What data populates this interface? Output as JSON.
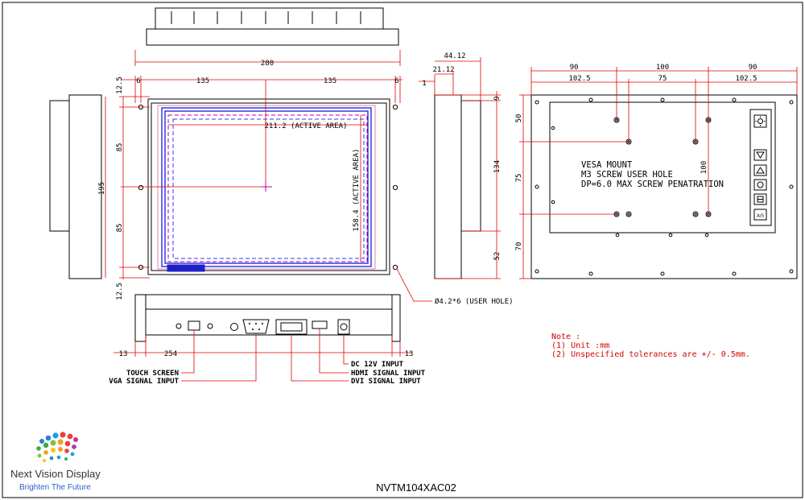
{
  "drawing": {
    "model": "NVTM104XAC02",
    "brand": {
      "name": "Next Vision Display",
      "tagline": "Brighten The Future"
    },
    "front_view": {
      "top_width": "280",
      "left_offset": "6",
      "half_left": "135",
      "half_right": "135",
      "right_offset": "6",
      "left_top": "12.5",
      "left_mid_upper": "85",
      "left_mid_lower": "85",
      "left_bottom": "12.5",
      "overall_height": "195",
      "active_width": "211.2 (ACTIVE AREA)",
      "active_height": "158.4 (ACTIVE AREA)",
      "user_hole": "Ø4.2*6 (USER HOLE)"
    },
    "side_view": {
      "depth_total": "44.12",
      "depth_partial": "21.12",
      "edge": "1",
      "top_gap": "9",
      "mid": "134",
      "bottom": "52"
    },
    "rear_view": {
      "top_a": "90",
      "top_b": "100",
      "top_c": "90",
      "row2_a": "102.5",
      "row2_b": "75",
      "row2_c": "102.5",
      "left_a": "50",
      "left_b": "75",
      "left_c": "70",
      "right_v": "100",
      "vesa_lines": [
        "VESA MOUNT",
        "M3 SCREW USER HOLE",
        "DP=6.0 MAX SCREW PENATRATION"
      ],
      "button_icons": [
        "sun-icon",
        "triangle-down-icon",
        "triangle-up-icon",
        "power-icon",
        "menu-icon",
        "av-icon"
      ],
      "av_label": "A/S"
    },
    "bottom_view": {
      "left_margin": "13",
      "inner_width": "254",
      "right_margin": "13",
      "callouts": [
        "TOUCH SCREEN",
        "VGA SIGNAL INPUT",
        "DC 12V INPUT",
        "HDMI SIGNAL INPUT",
        "DVI SIGNAL INPUT"
      ]
    },
    "notes": [
      "Note :",
      "(1) Unit :mm",
      "(2) Unspecified tolerances are +/- 0.5mm."
    ]
  }
}
